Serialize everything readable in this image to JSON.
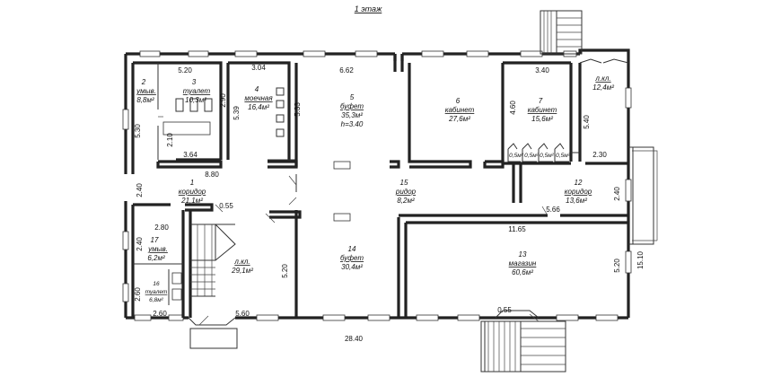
{
  "title": "1 этаж",
  "rooms": {
    "r1": {
      "num": "1",
      "name": "коридор",
      "area": "21,1м²"
    },
    "r2": {
      "num": "2",
      "name": "умыв.",
      "area": "8,8м²"
    },
    "r3": {
      "num": "3",
      "name": "туалет",
      "area": "10,3м²"
    },
    "r4": {
      "num": "4",
      "name": "моечная",
      "area": "16,4м²"
    },
    "r5": {
      "num": "5",
      "name": "буфет",
      "area": "35,3м²",
      "extra": "h=3.40"
    },
    "r6": {
      "num": "6",
      "name": "кабинет",
      "area": "27,6м²"
    },
    "r7": {
      "num": "7",
      "name": "кабинет",
      "area": "15,6м²"
    },
    "r8": {
      "num": "",
      "name": "л.кл.",
      "area": "12,4м²"
    },
    "r12": {
      "num": "12",
      "name": "коридор",
      "area": "13,6м²"
    },
    "r13": {
      "num": "13",
      "name": "магазин",
      "area": "60,6м²"
    },
    "r14": {
      "num": "14",
      "name": "буфет",
      "area": "30,4м²"
    },
    "r15": {
      "num": "15",
      "name": "ридор",
      "area": "8,2м²"
    },
    "r16": {
      "num": "16",
      "name": "туалет",
      "area": "6,8м²"
    },
    "r17": {
      "num": "17",
      "name": "умыв.",
      "area": "6,2м²"
    },
    "r18": {
      "num": "",
      "name": "л.кл.",
      "area": "29,1м²"
    }
  },
  "small_rooms": [
    "0,5м²",
    "0,5м²",
    "0,5м²",
    "0,5м²"
  ],
  "dims": {
    "d520": "5.20",
    "d304": "3.04",
    "d662": "6.62",
    "d340": "3.40",
    "d290": "2.90",
    "d539": "5.39",
    "d533": "5.33",
    "d460": "4.60",
    "d530": "5.30",
    "d210": "2.10",
    "d364": "3.64",
    "d880": "8.80",
    "d540": "5.40",
    "d230": "2.30",
    "d240a": "2.40",
    "d240b": "2.40",
    "d240c": "2.40",
    "d055a": "0.55",
    "d566": "5.66",
    "d1165": "11.65",
    "d280a": "2.80",
    "d520b": "5.20",
    "d520c": "5.20",
    "d260a": "2.60",
    "d260b": "2.60",
    "d560": "5.60",
    "d055b": "0.55",
    "d2840": "28.40",
    "d1510": "15.10"
  }
}
